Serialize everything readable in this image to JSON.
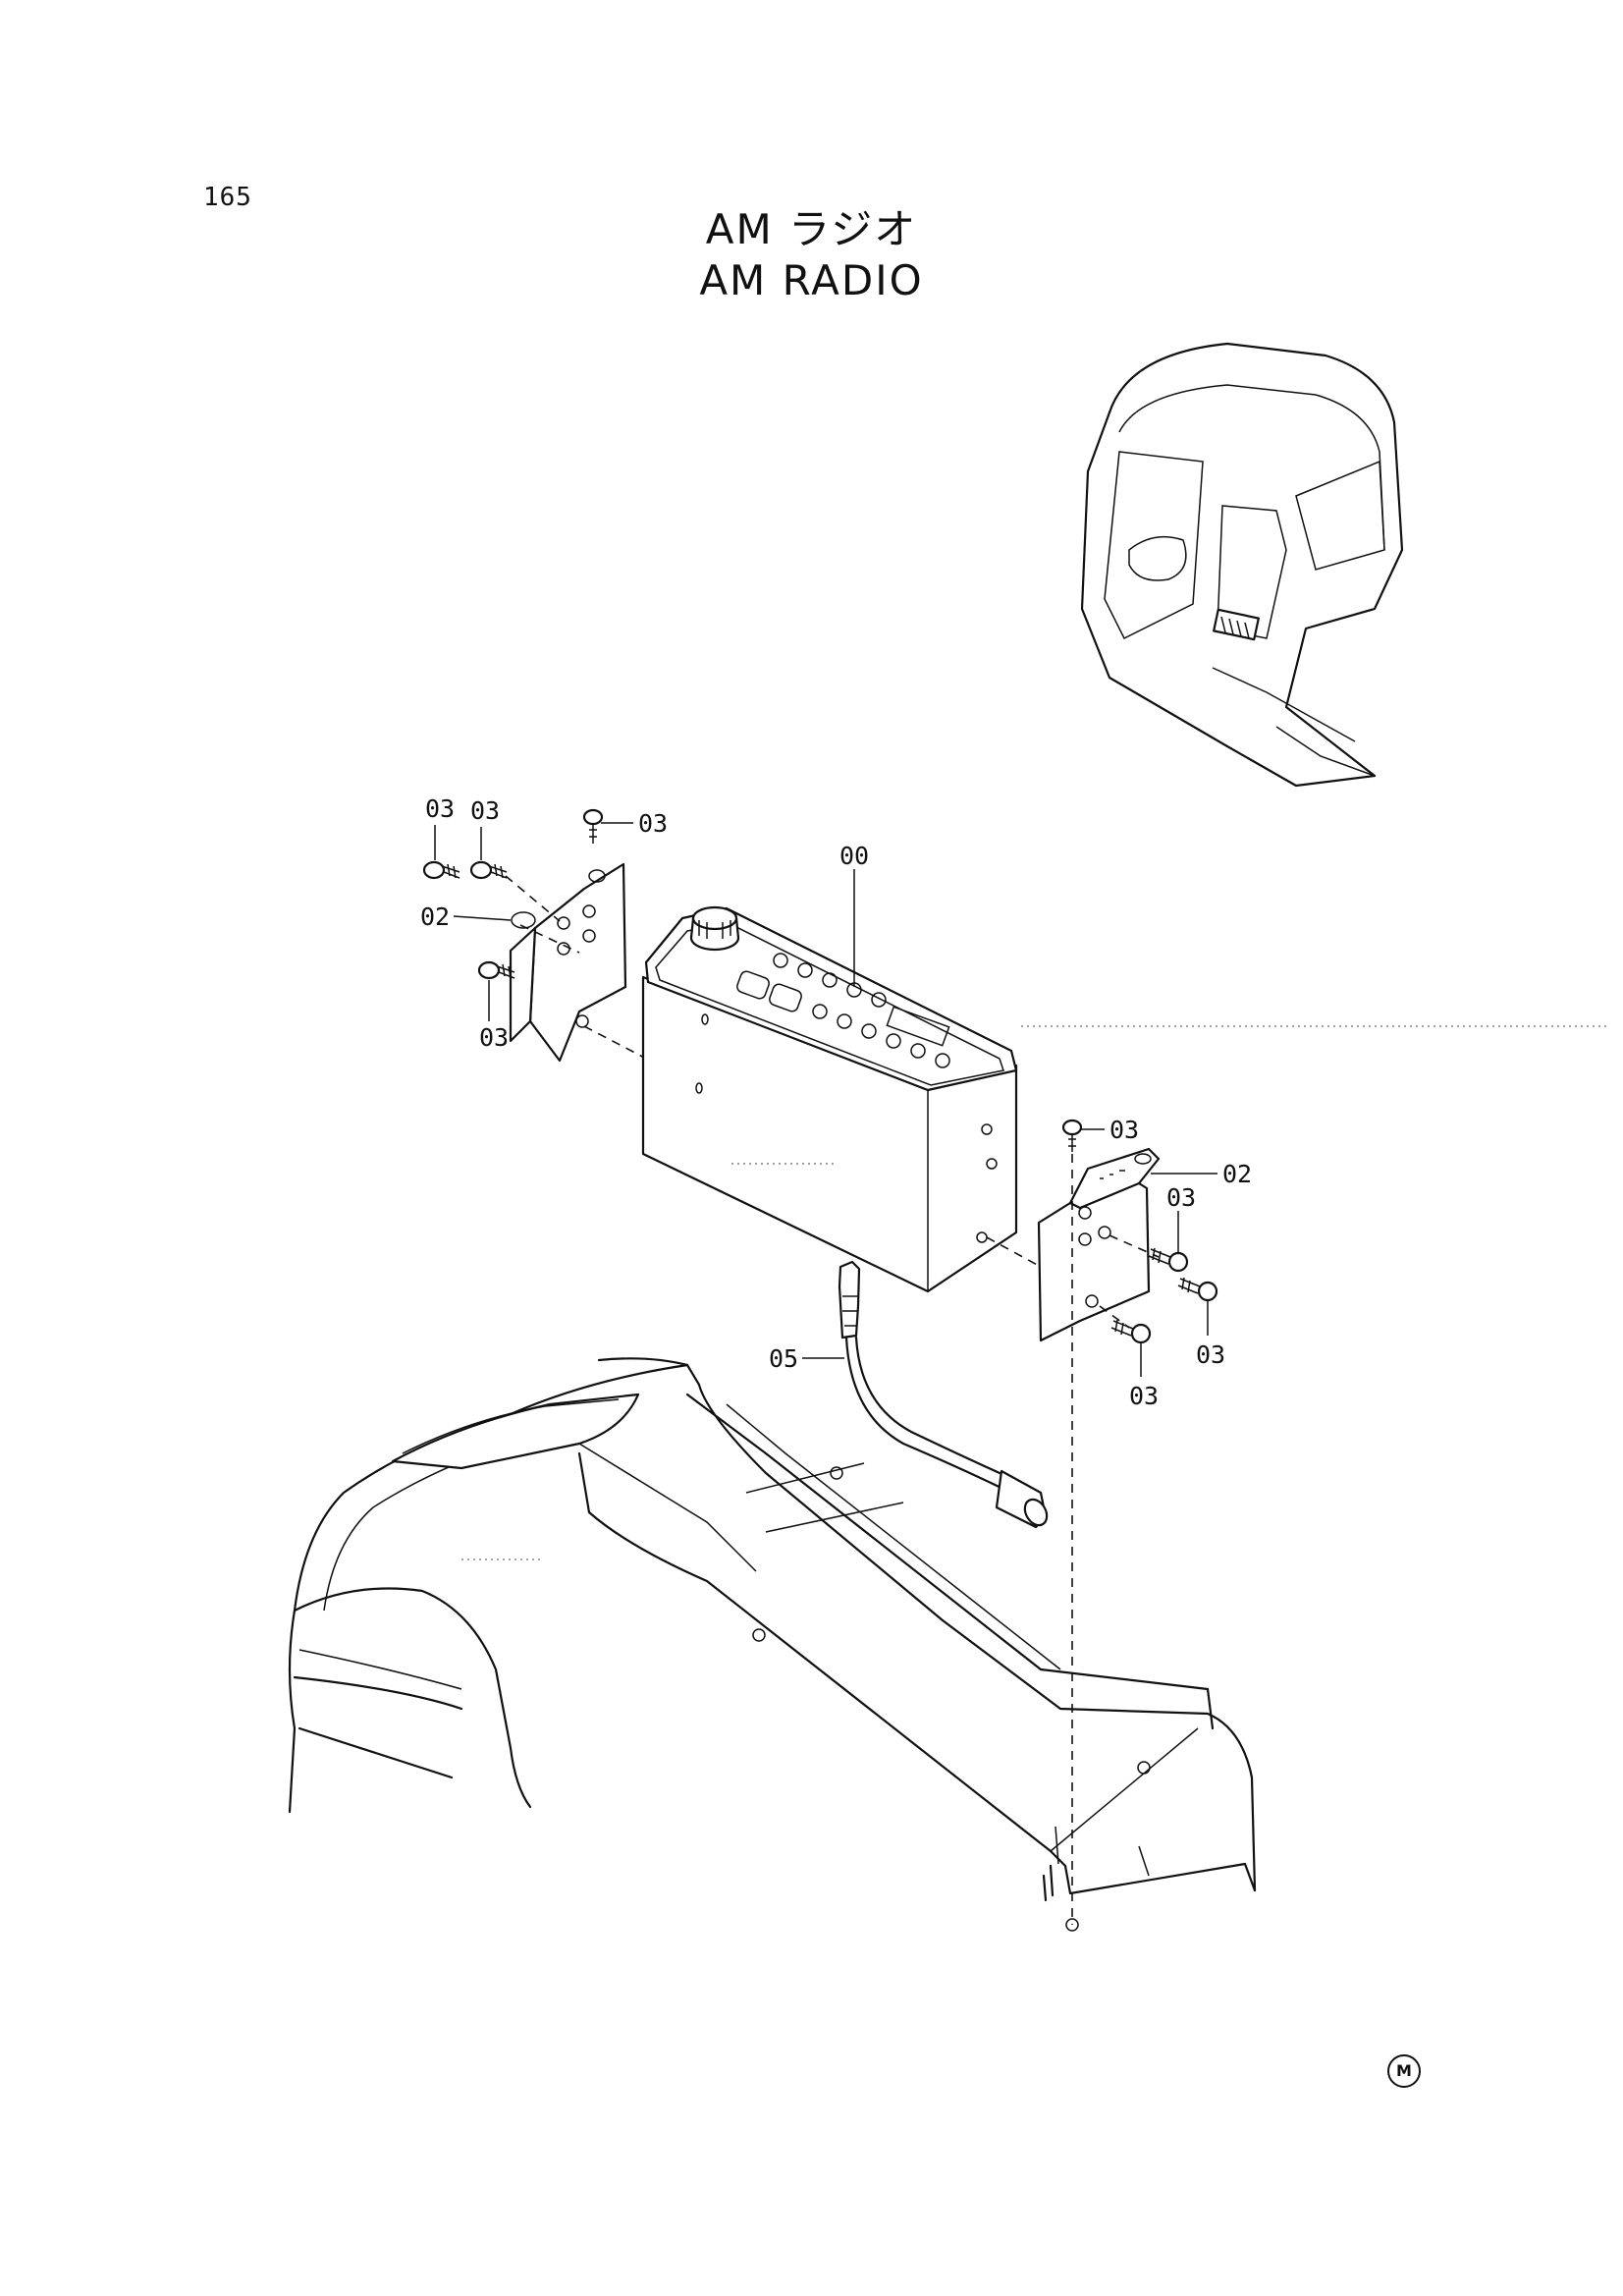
{
  "page": {
    "number": "165",
    "title_jp": "AM ラジオ",
    "title_en": "AM RADIO",
    "maker_mark": "M"
  },
  "callouts": {
    "radio": "00",
    "bracket_left": "02",
    "bracket_right": "02",
    "screw_left_1": "03",
    "screw_left_2": "03",
    "screw_left_top": "03",
    "screw_left_bottom": "03",
    "screw_right_top": "03",
    "screw_right_1": "03",
    "screw_right_2": "03",
    "screw_right_3": "03",
    "antenna_cable": "05"
  }
}
